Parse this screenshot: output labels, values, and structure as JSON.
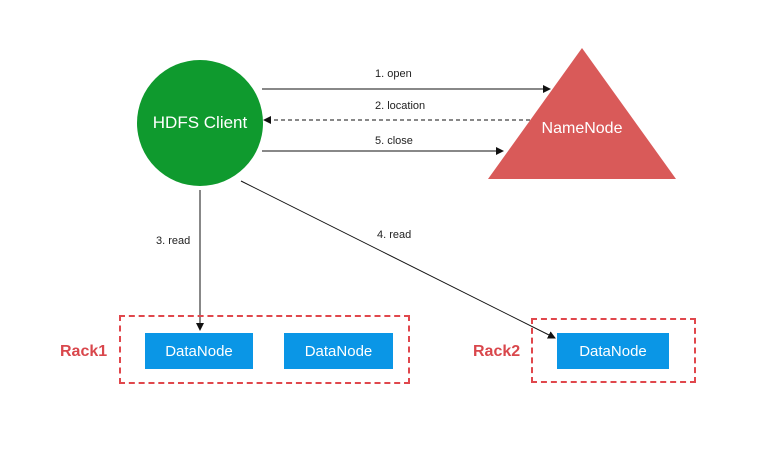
{
  "client": {
    "label": "HDFS Client"
  },
  "namenode": {
    "label": "NameNode"
  },
  "edges": {
    "open": "1. open",
    "location": "2. location",
    "read3": "3. read",
    "read4": "4. read",
    "close": "5. close"
  },
  "racks": [
    {
      "label": "Rack1",
      "nodes": [
        "DataNode",
        "DataNode"
      ]
    },
    {
      "label": "Rack2",
      "nodes": [
        "DataNode"
      ]
    }
  ],
  "colors": {
    "client": "#0f9a2e",
    "namenode": "#d95a59",
    "datanode": "#0a96e6",
    "rack_border": "#e0474c"
  }
}
